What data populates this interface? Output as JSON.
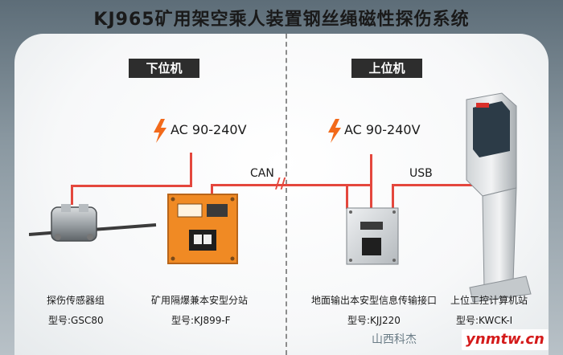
{
  "title": "KJ965矿用架空乘人装置钢丝绳磁性探伤系统",
  "left_section": {
    "label": "下位机"
  },
  "right_section": {
    "label": "上位机"
  },
  "power_left": "AC 90-240V",
  "power_right": "AC 90-240V",
  "link_can": "CAN",
  "link_usb": "USB",
  "devices": [
    {
      "name": "探伤传感器组",
      "model": "型号:GSC80"
    },
    {
      "name": "矿用隔爆兼本安型分站",
      "model": "型号:KJ899-F"
    },
    {
      "name": "地面输出本安型信息传输接口",
      "model": "型号:KJJ220"
    },
    {
      "name": "上位工控计算机站",
      "model": "型号:KWCK-I"
    }
  ],
  "watermark": {
    "main": "ynmtw.cn",
    "sub": "山西科杰"
  },
  "colors": {
    "wire": "#e4473d",
    "station_orange": "#f08a24",
    "label_bg": "#2d2d2d",
    "bolt": "#f26a1b"
  }
}
